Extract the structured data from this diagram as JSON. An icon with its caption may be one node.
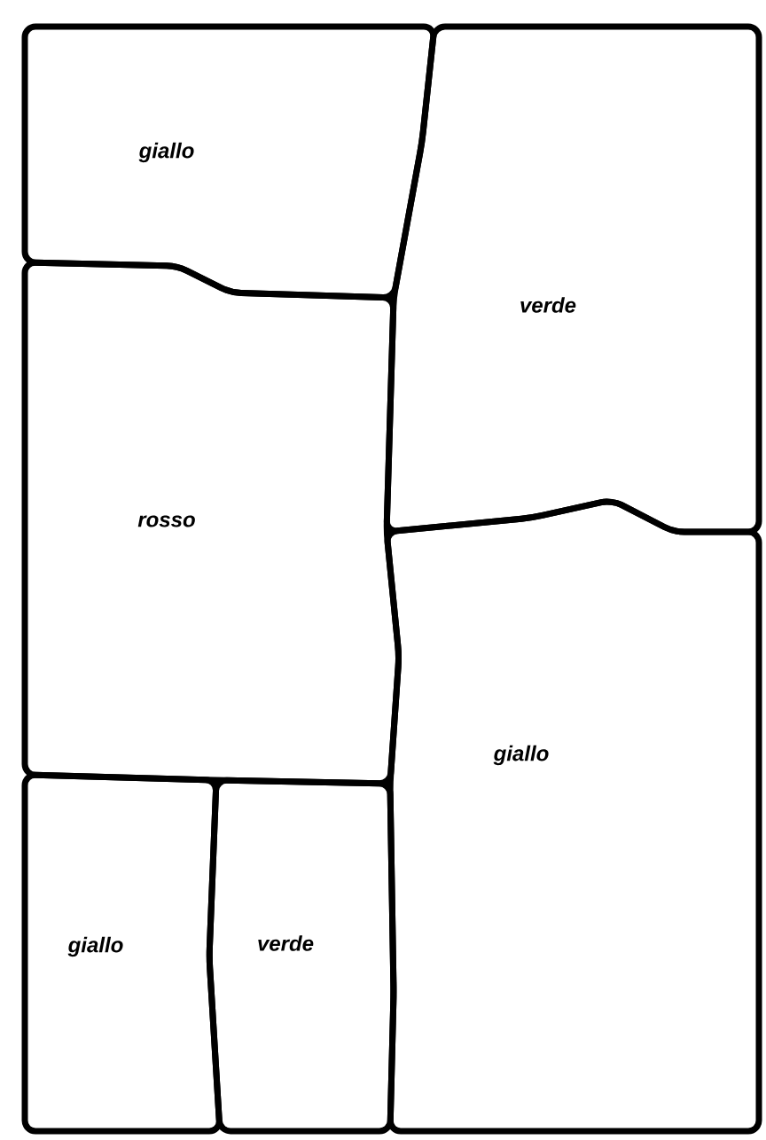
{
  "diagram": {
    "nodes": [
      {
        "text": [
          "giallo"
        ]
      },
      {
        "text": [
          "verde"
        ]
      },
      {
        "text": [
          "rosso"
        ]
      },
      {
        "text": [
          "giallo"
        ]
      },
      {
        "text": [
          "giallo"
        ]
      },
      {
        "text": [
          "verde"
        ]
      }
    ]
  }
}
